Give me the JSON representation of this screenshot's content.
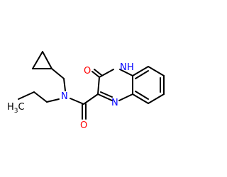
{
  "molecule": {
    "atoms": [
      {
        "label": "O",
        "color": "#ff0000"
      },
      {
        "label": "N",
        "color": "#0000ff"
      },
      {
        "label": "N",
        "color": "#0000ff"
      },
      {
        "label": "H",
        "color": "#0000ff"
      },
      {
        "label": "N",
        "color": "#0000ff"
      },
      {
        "label": "O",
        "color": "#ff0000"
      },
      {
        "label": "C",
        "color": "#000000"
      }
    ],
    "subscripts": [
      "3"
    ],
    "colors": {
      "bond": "#000000",
      "oxygen": "#ff0000",
      "nitrogen": "#0000ff",
      "carbon": "#000000"
    }
  }
}
